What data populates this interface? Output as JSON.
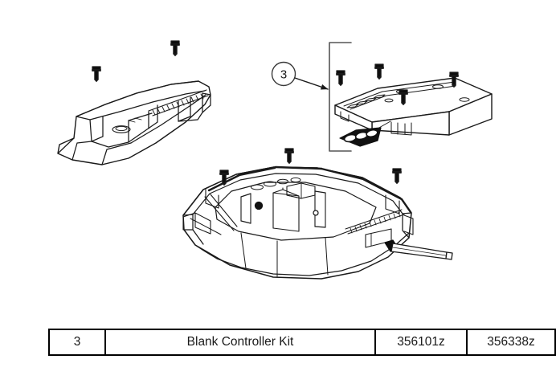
{
  "document": {
    "type": "exploded-parts-diagram",
    "background_color": "#ffffff",
    "line_color": "#1a1a1a"
  },
  "diagram": {
    "callout": {
      "balloon_label": "3",
      "balloon_shape": "circle",
      "leader_line": "arrow pointing right to bracket",
      "bracket_label": "extent-bracket"
    },
    "parts": [
      {
        "name": "upper-left-cover",
        "description": "contoured plastic cover shell, isometric line art",
        "fasteners": 2
      },
      {
        "name": "blank-controller-cover-plate",
        "description": "flat blank cover plate with mounting flange",
        "fasteners": 4
      },
      {
        "name": "grommet-seal",
        "description": "black three-hole gasket plug",
        "fasteners": 0
      },
      {
        "name": "controller-base-housing",
        "description": "large enclosure base with internal ribs",
        "fasteners": 3
      },
      {
        "name": "long-bolt",
        "description": "long threaded bolt / pin",
        "fasteners": 0
      }
    ]
  },
  "parts_table": {
    "columns": [
      "item",
      "description",
      "part_number_1",
      "part_number_2"
    ],
    "rows": [
      {
        "item": "3",
        "description": "Blank Controller Kit",
        "part_number_1": "356101z",
        "part_number_2": "356338z"
      }
    ]
  }
}
